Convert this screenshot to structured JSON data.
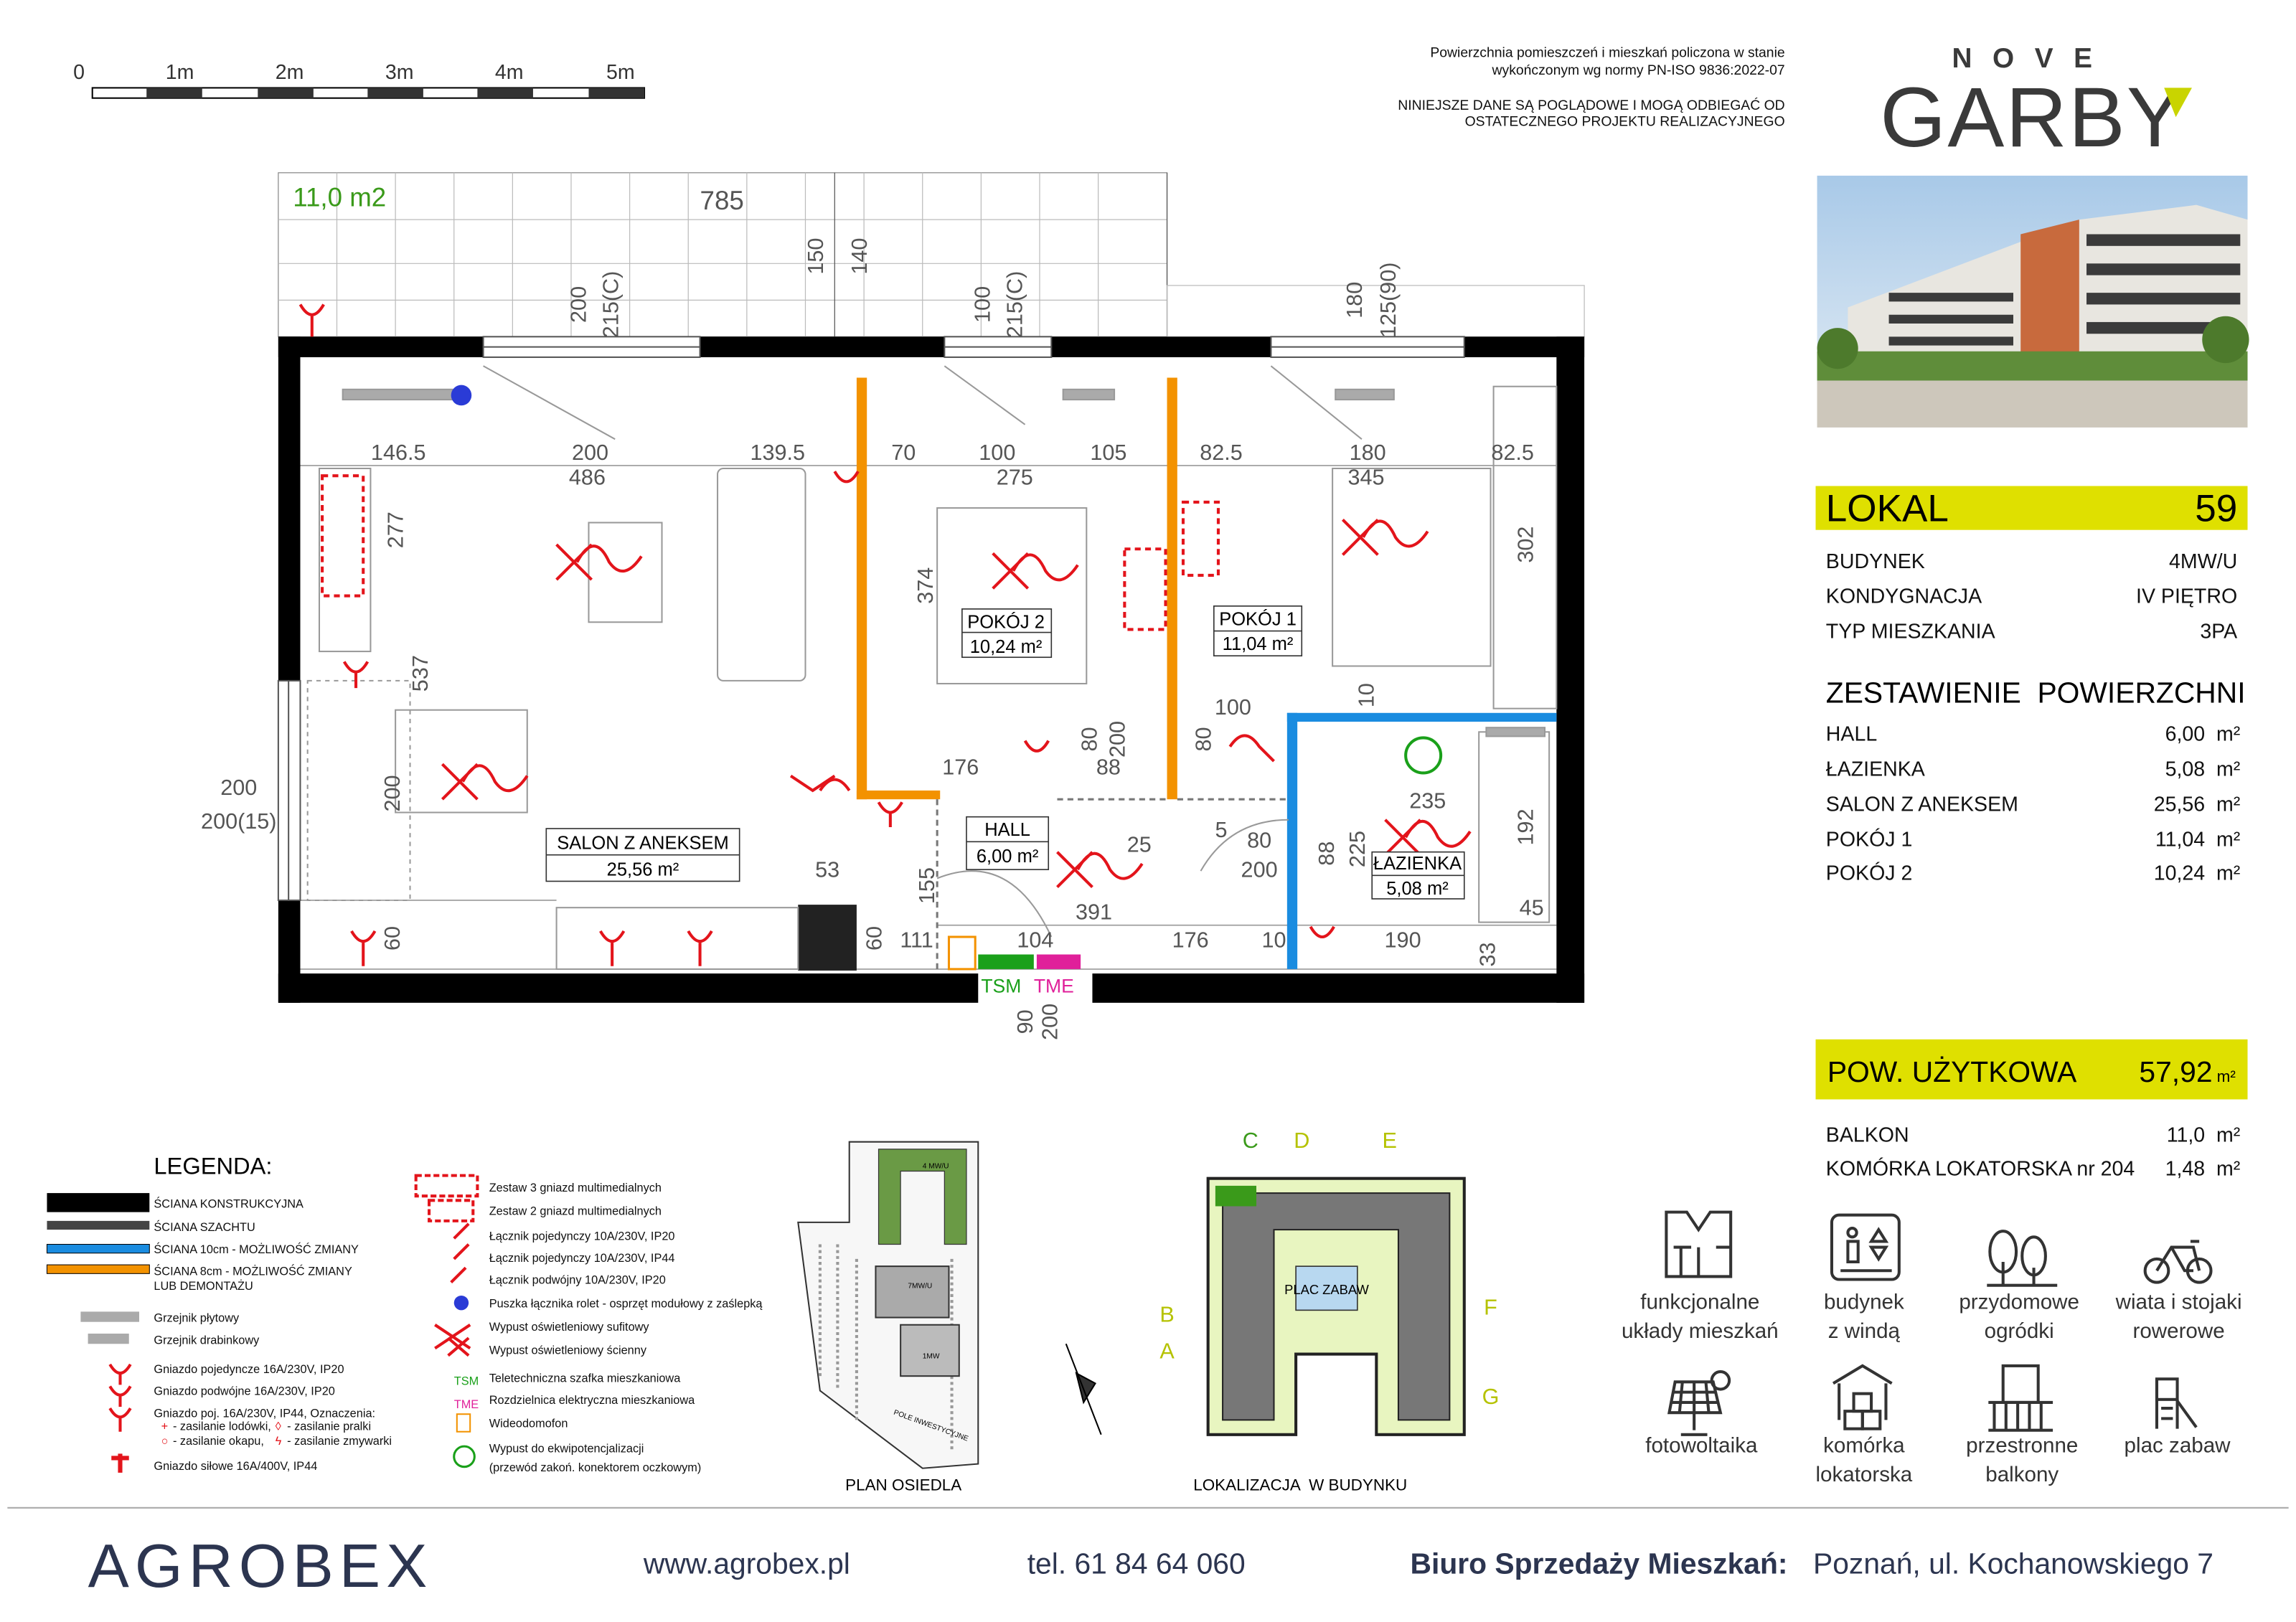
{
  "scale_bar": {
    "labels": [
      "0",
      "1m",
      "2m",
      "3m",
      "4m",
      "5m"
    ]
  },
  "notes": {
    "line1": "Powierzchnia pomieszczeń i mieszkań policzona w stanie",
    "line2": "wykończonym wg normy PN-ISO 9836:2022-07",
    "line3": "NINIEJSZE DANE SĄ POGLĄDOWE I MOGĄ ODBIEGAĆ OD",
    "line4": "OSTATECZNEGO PROJEKTU REALIZACYJNEGO"
  },
  "brand": {
    "top": "NOVE",
    "name": "GARBY",
    "accent": "#c9d400",
    "dark": "#3a3a3a"
  },
  "unit": {
    "title": "LOKAL",
    "number": "59",
    "highlight_color": "#dfe000",
    "details": [
      {
        "label": "BUDYNEK",
        "value": "4MW/U"
      },
      {
        "label": "KONDYGNACJA",
        "value": "IV PIĘTRO"
      },
      {
        "label": "TYP MIESZKANIA",
        "value": "3PA"
      }
    ],
    "areas_title": "ZESTAWIENIE  POWIERZCHNI",
    "areas": [
      {
        "label": "HALL",
        "value": "6,00  m²"
      },
      {
        "label": "ŁAZIENKA",
        "value": "5,08  m²"
      },
      {
        "label": "SALON Z ANEKSEM",
        "value": "25,56  m²"
      },
      {
        "label": "POKÓJ 1",
        "value": "11,04  m²"
      },
      {
        "label": "POKÓJ 2",
        "value": "10,24  m²"
      }
    ],
    "usable_label": "POW. UŻYTKOWA",
    "usable_value": "57,92",
    "usable_unit": "m²",
    "extras": [
      {
        "label": "BALKON",
        "value": "11,0  m²"
      },
      {
        "label": "KOMÓRKA LOKATORSKA nr 204",
        "value": "1,48  m²"
      }
    ]
  },
  "amenities": [
    {
      "icon": "floorplan-icon",
      "line1": "funkcjonalne",
      "line2": "układy mieszkań"
    },
    {
      "icon": "elevator-icon",
      "line1": "budynek",
      "line2": "z windą"
    },
    {
      "icon": "trees-icon",
      "line1": "przydomowe",
      "line2": "ogródki"
    },
    {
      "icon": "bicycle-icon",
      "line1": "wiata i stojaki",
      "line2": "rowerowe"
    },
    {
      "icon": "solar-panel-icon",
      "line1": "fotowoltaika",
      "line2": ""
    },
    {
      "icon": "storage-icon",
      "line1": "komórka",
      "line2": "lokatorska"
    },
    {
      "icon": "balcony-icon",
      "line1": "przestronne",
      "line2": "balkony"
    },
    {
      "icon": "playground-icon",
      "line1": "plac zabaw",
      "line2": ""
    }
  ],
  "plan": {
    "balcony_area": "11,0 m2",
    "rooms": [
      {
        "name": "SALON Z ANEKSEM",
        "area": "25,56 m²"
      },
      {
        "name": "POKÓJ 2",
        "area": "10,24 m²"
      },
      {
        "name": "POKÓJ 1",
        "area": "11,04 m²"
      },
      {
        "name": "HALL",
        "area": "6,00 m²"
      },
      {
        "name": "ŁAZIENKA",
        "area": "5,08 m²"
      }
    ],
    "tsm": "TSM",
    "tme": "TME",
    "dims": [
      "785",
      "200",
      "215(C)",
      "150",
      "140",
      "100",
      "215(C)",
      "180",
      "125(90)",
      "146.5",
      "200",
      "486",
      "139.5",
      "70",
      "100",
      "105",
      "275",
      "82.5",
      "180",
      "345",
      "82.5",
      "277",
      "537",
      "374",
      "302",
      "200",
      "200(15)",
      "200",
      "176",
      "88",
      "200",
      "80",
      "80",
      "100",
      "10",
      "25",
      "80",
      "200",
      "5",
      "225",
      "88",
      "235",
      "192",
      "45",
      "53",
      "155",
      "391",
      "111",
      "104",
      "176",
      "10",
      "190",
      "33",
      "60",
      "60",
      "90",
      "200"
    ]
  },
  "legend": {
    "title": "LEGENDA:",
    "left": [
      "ŚCIANA KONSTRUKCYJNA",
      "ŚCIANA SZACHTU",
      "ŚCIANA 10cm - MOŻLIWOŚĆ ZMIANY",
      "ŚCIANA 8cm - MOŻLIWOŚĆ ZMIANY",
      "LUB DEMONTAŻU",
      "Grzejnik płytowy",
      "Grzejnik drabinkowy",
      "Gniazdo pojedyncze 16A/230V, IP20",
      "Gniazdo podwójne 16A/230V, IP20",
      "Gniazdo poj. 16A/230V, IP44, Oznaczenia:",
      "- zasilanie lodówki,",
      "- zasilanie pralki",
      "- zasilanie okapu,",
      "- zasilanie zmywarki",
      "Gniazdo siłowe 16A/400V, IP44"
    ],
    "right": [
      "Zestaw 3 gniazd multimedialnych",
      "Zestaw 2 gniazd multimedialnych",
      "Łącznik pojedynczy 10A/230V, IP20",
      "Łącznik pojedynczy 10A/230V, IP44",
      "Łącznik podwójny 10A/230V, IP20",
      "Puszka łącznika rolet - osprzęt modułowy z zaślepką",
      "Wypust oświetleniowy sufitowy",
      "Wypust oświetleniowy ścienny",
      "Teletechniczna szafka mieszkaniowa",
      "Rozdzielnica elektryczna mieszkaniowa",
      "Wideodomofon",
      "Wypust do ekwipotencjalizacji",
      "(przewód zakoń. konektorem oczkowym)"
    ],
    "colors": {
      "construction": "#000000",
      "shaft": "#444444",
      "wall10": "#1a8ce0",
      "wall8": "#f39200"
    }
  },
  "site_plan": {
    "label": "PLAN OSIEDLA",
    "building": "4 MW/U",
    "b2": "7MW/U",
    "b3": "1MW",
    "plot": "POLE INWESTYCYJNE"
  },
  "location": {
    "label": "LOKALIZACJA  W BUDYNKU",
    "playground": "PLAC ZABAW",
    "letters": [
      "C",
      "D",
      "E",
      "B",
      "A",
      "F",
      "G"
    ]
  },
  "footer": {
    "company": "AGROBEX",
    "website": "www.agrobex.pl",
    "phone": "tel. 61 84 64 060",
    "office_label": "Biuro Sprzedaży Mieszkań:",
    "address": "Poznań, ul. Kochanowskiego 7"
  }
}
